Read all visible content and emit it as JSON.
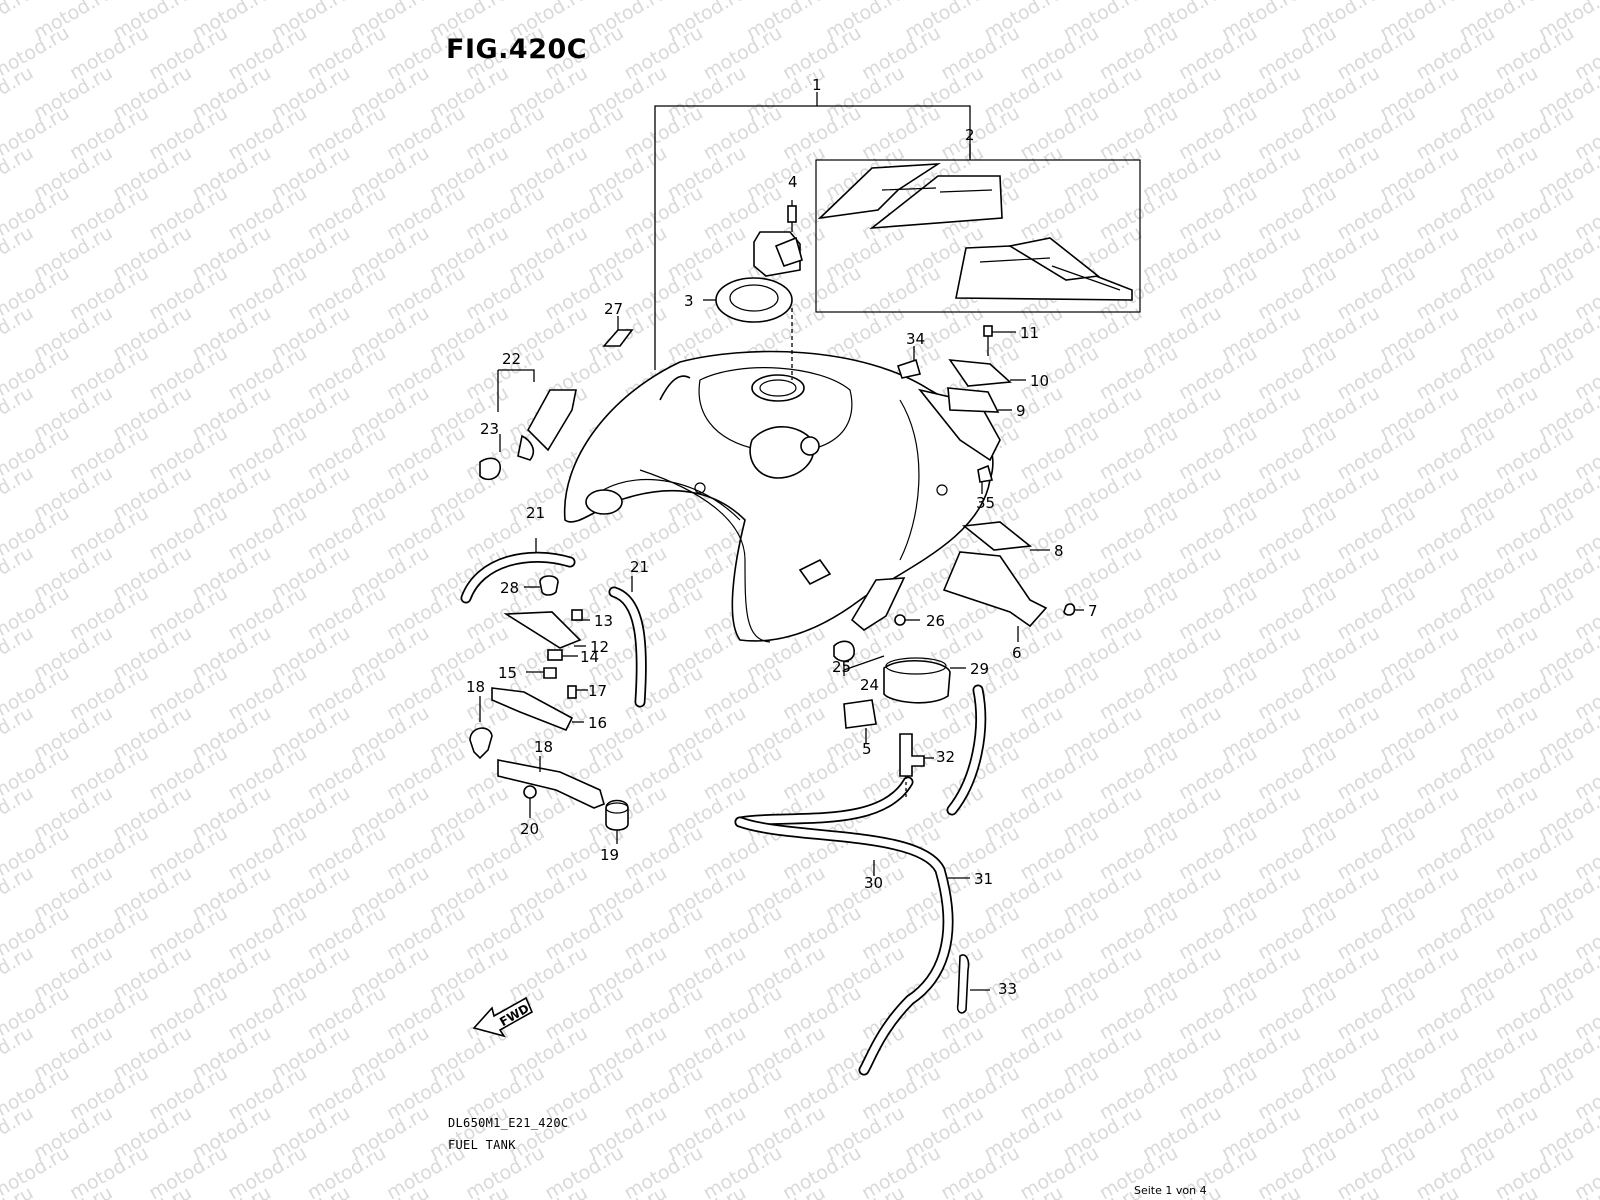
{
  "figure": {
    "title": "FIG.420C",
    "model_code": "DL650M1_E21_420C",
    "name": "FUEL TANK",
    "page_indicator": "Seite 1 von 4"
  },
  "watermark_text": "motod.ru",
  "forward_marker": "FWD",
  "part_labels": [
    "1",
    "2",
    "3",
    "4",
    "5",
    "6",
    "7",
    "8",
    "9",
    "10",
    "11",
    "12",
    "13",
    "14",
    "15",
    "16",
    "17",
    "18",
    "19",
    "20",
    "21",
    "22",
    "23",
    "24",
    "25",
    "26",
    "27",
    "28",
    "29",
    "30",
    "31",
    "32",
    "33",
    "34",
    "35"
  ],
  "label_21_second": "21",
  "label_18_second": "18",
  "colors": {
    "line": "#000000",
    "watermark": "#d9d9d9",
    "background": "#ffffff"
  }
}
